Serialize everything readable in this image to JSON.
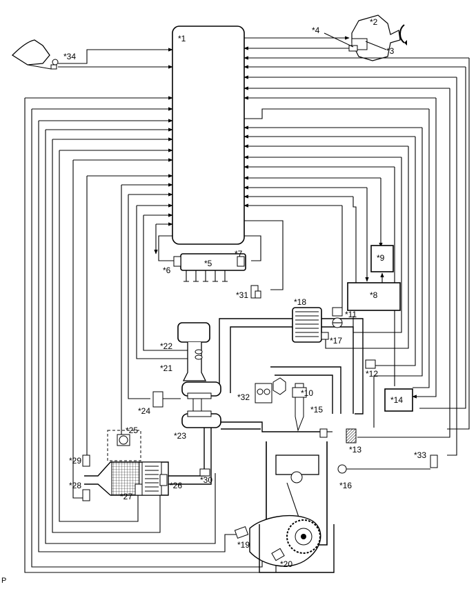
{
  "labels": {
    "l1": "*1",
    "l2": "*2",
    "l3": "*3",
    "l4": "*4",
    "l5": "*5",
    "l6": "*6",
    "l7": "*7",
    "l8": "*8",
    "l9": "*9",
    "l10": "*10",
    "l11": "*11",
    "l12": "*12",
    "l13": "*13",
    "l14": "*14",
    "l15": "*15",
    "l16": "*16",
    "l17": "*17",
    "l18": "*18",
    "l19": "*19",
    "l20": "*20",
    "l21": "*21",
    "l22": "*22",
    "l23": "*23",
    "l24": "*24",
    "l25": "*25",
    "l26": "*26",
    "l27": "*27",
    "l28": "*28",
    "l29": "*29",
    "l30": "*30",
    "l31": "*31",
    "l32": "*32",
    "l33": "*33",
    "l34": "*34"
  },
  "figure_code": "P"
}
